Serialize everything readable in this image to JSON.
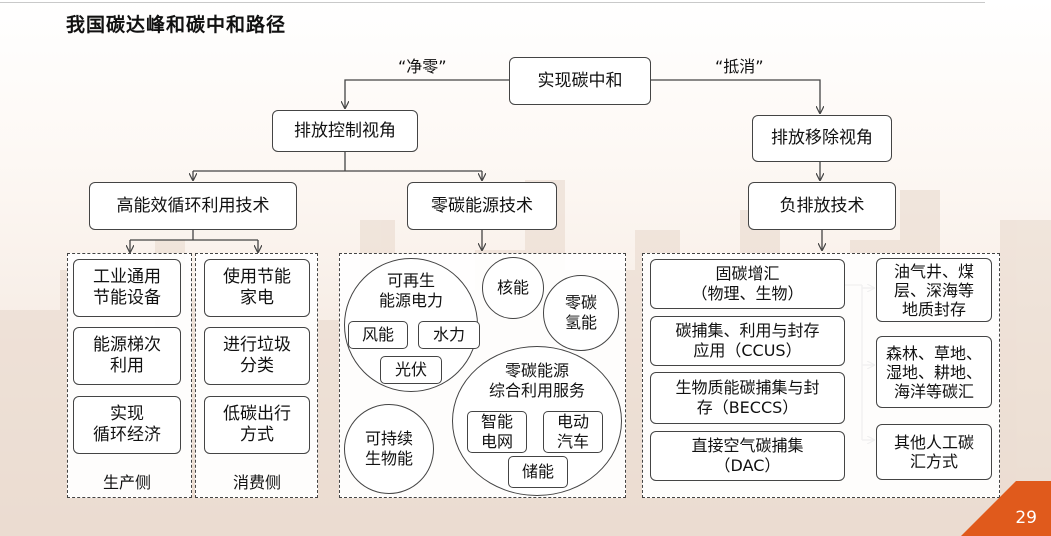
{
  "slide": {
    "title": "我国碳达峰和碳中和路径",
    "page_number": "29"
  },
  "top": {
    "root": "实现碳中和",
    "left_quote": "“净零”",
    "right_quote": "“抵消”"
  },
  "level2": {
    "left": "排放控制视角",
    "right": "排放移除视角"
  },
  "level3": {
    "efficiency": "高能效循环利用技术",
    "zero_carbon": "零碳能源技术",
    "negative": "负排放技术"
  },
  "efficiency_panel": {
    "production": {
      "items": [
        "工业通用\n节能设备",
        "能源梯次\n利用",
        "实现\n循环经济"
      ],
      "label": "生产侧"
    },
    "consumption": {
      "items": [
        "使用节能\n家电",
        "进行垃圾\n分类",
        "低碳出行\n方式"
      ],
      "label": "消费侧"
    }
  },
  "zero_carbon_panel": {
    "renewable": {
      "title": "可再生\n能源电力",
      "items": [
        "风能",
        "水力",
        "光伏"
      ]
    },
    "nuclear": "核能",
    "hydrogen": "零碳\n氢能",
    "biomass": "可持续\n生物能",
    "services": {
      "title": "零碳能源\n综合利用服务",
      "items": [
        "智能\n电网",
        "电动\n汽车",
        "储能"
      ]
    }
  },
  "negative_panel": {
    "methods": [
      "固碳增汇\n（物理、生物）",
      "碳捕集、利用与封存\n应用（CCUS）",
      "生物质能碳捕集与封\n存（BECCS）",
      "直接空气碳捕集\n（DAC）"
    ],
    "sinks": [
      "油气井、煤\n层、深海等\n地质封存",
      "森林、草地、\n湿地、耕地、\n海洋等碳汇",
      "其他人工碳\n汇方式"
    ]
  },
  "colors": {
    "accent": "#e05a1c",
    "line": "#444444"
  }
}
